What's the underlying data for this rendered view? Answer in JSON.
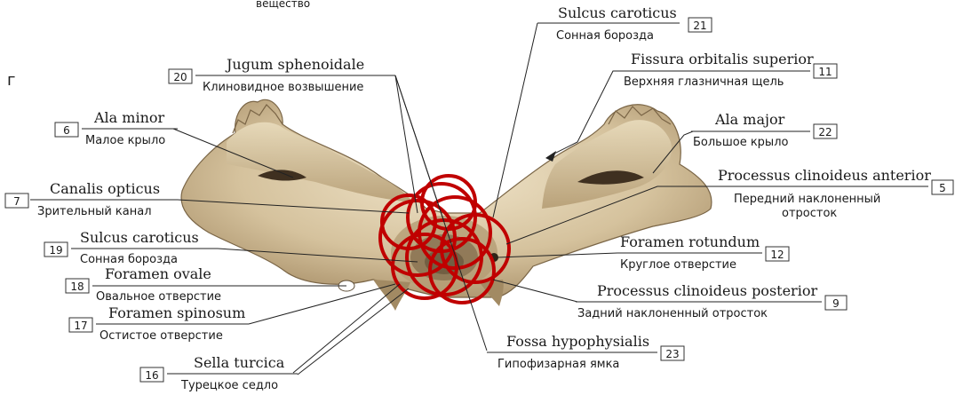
{
  "top_fragment": "вещество",
  "panel_letter": "г",
  "labels": [
    {
      "id": "21",
      "latin": "Sulcus caroticus",
      "russian": "Сонная борозда"
    },
    {
      "id": "20",
      "latin": "Jugum sphenoidale",
      "russian": "Клиновидное возвышение"
    },
    {
      "id": "11",
      "latin": "Fissura orbitalis superior",
      "russian": "Верхняя глазничная щель"
    },
    {
      "id": "6",
      "latin": "Ala minor",
      "russian": "Малое крыло"
    },
    {
      "id": "22",
      "latin": "Ala major",
      "russian": "Большое крыло"
    },
    {
      "id": "7",
      "latin": "Canalis opticus",
      "russian": "Зрительный канал"
    },
    {
      "id": "5",
      "latin": "Processus clinoideus anterior",
      "russian": "Передний наклоненный",
      "russian2": "отросток"
    },
    {
      "id": "19",
      "latin": "Sulcus caroticus",
      "russian": "Сонная борозда"
    },
    {
      "id": "12",
      "latin": "Foramen rotundum",
      "russian": "Круглое отверстие"
    },
    {
      "id": "18",
      "latin": "Foramen ovale",
      "russian": "Овальное отверстие"
    },
    {
      "id": "9",
      "latin": "Processus clinoideus posterior",
      "russian": "Задний наклоненный отросток"
    },
    {
      "id": "17",
      "latin": "Foramen spinosum",
      "russian": "Остистое отверстие"
    },
    {
      "id": "23",
      "latin": "Fossa hypophysialis",
      "russian": "Гипофизарная ямка"
    },
    {
      "id": "16",
      "latin": "Sella turcica",
      "russian": "Турецкое седло"
    }
  ],
  "colors": {
    "bone": "#d9c9a6",
    "bone_dark": "#9c8664",
    "bone_shadow": "#5d4c35",
    "annotation_red": "#c00000",
    "text": "#1a1a1a"
  }
}
